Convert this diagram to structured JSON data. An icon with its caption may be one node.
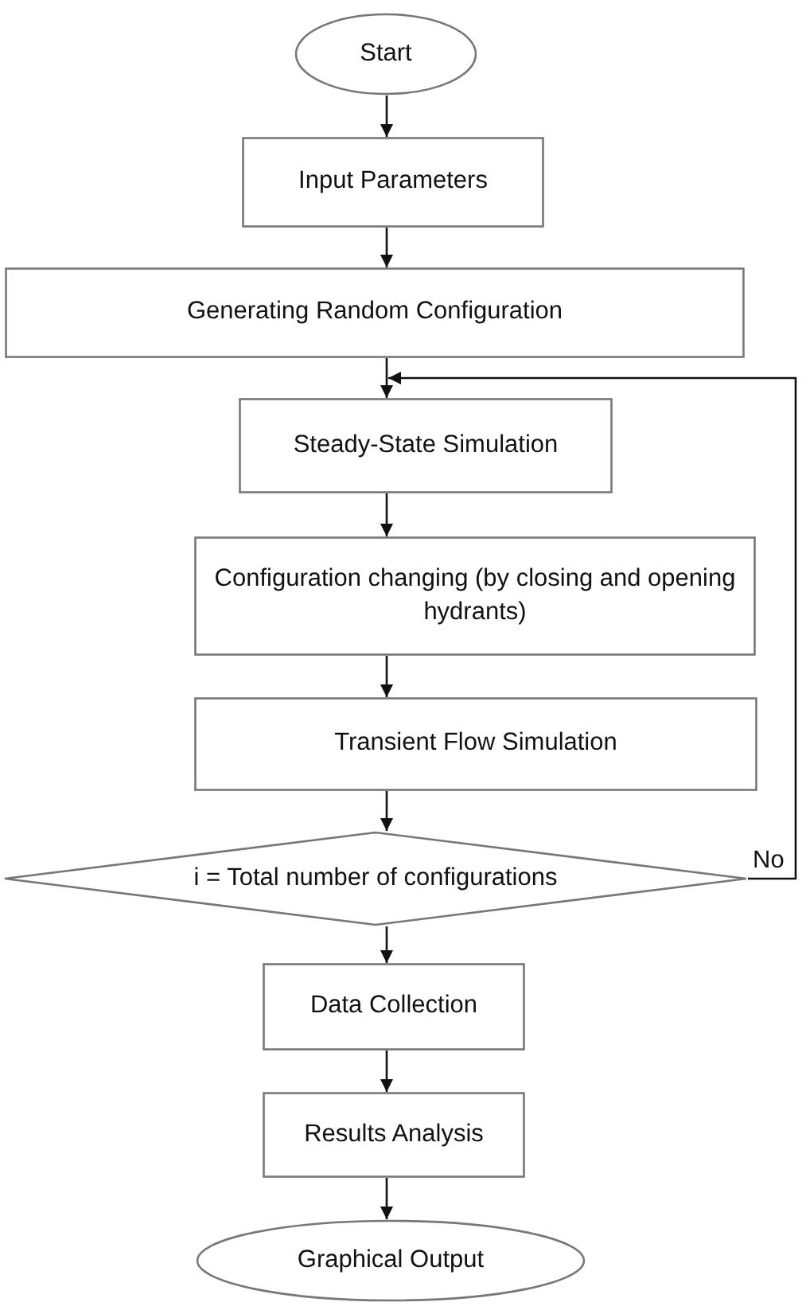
{
  "diagram": {
    "nodes": [
      {
        "text": [
          "Start"
        ]
      },
      {
        "text": [
          "Input Parameters"
        ]
      },
      {
        "text": [
          "Generating Random Configuration"
        ]
      },
      {
        "text": [
          "Steady-State Simulation"
        ]
      },
      {
        "text": [
          "Configuration changing (by closing and opening hydrants)"
        ]
      },
      {
        "text": [
          "Transient Flow Simulation"
        ]
      },
      {
        "text": [
          "i = Total number of configurations"
        ]
      },
      {
        "text": [
          "Data Collection"
        ]
      },
      {
        "text": [
          "Results Analysis"
        ]
      },
      {
        "text": [
          "Graphical Output"
        ]
      }
    ],
    "edges": [
      {
        "from": 0,
        "to": 1,
        "arrow": "to"
      },
      {
        "from": 1,
        "to": 2,
        "arrow": "to"
      },
      {
        "from": 2,
        "to": 3,
        "arrow": "to"
      },
      {
        "from": 3,
        "to": 4,
        "arrow": "to"
      },
      {
        "from": 4,
        "to": 5,
        "arrow": "to"
      },
      {
        "from": 5,
        "to": 6,
        "arrow": "to"
      },
      {
        "from": 6,
        "to": 3,
        "arrow": "to",
        "label": "No"
      },
      {
        "from": 6,
        "to": 7,
        "arrow": "to"
      },
      {
        "from": 7,
        "to": 8,
        "arrow": "to"
      },
      {
        "from": 8,
        "to": 9,
        "arrow": "to"
      }
    ]
  }
}
